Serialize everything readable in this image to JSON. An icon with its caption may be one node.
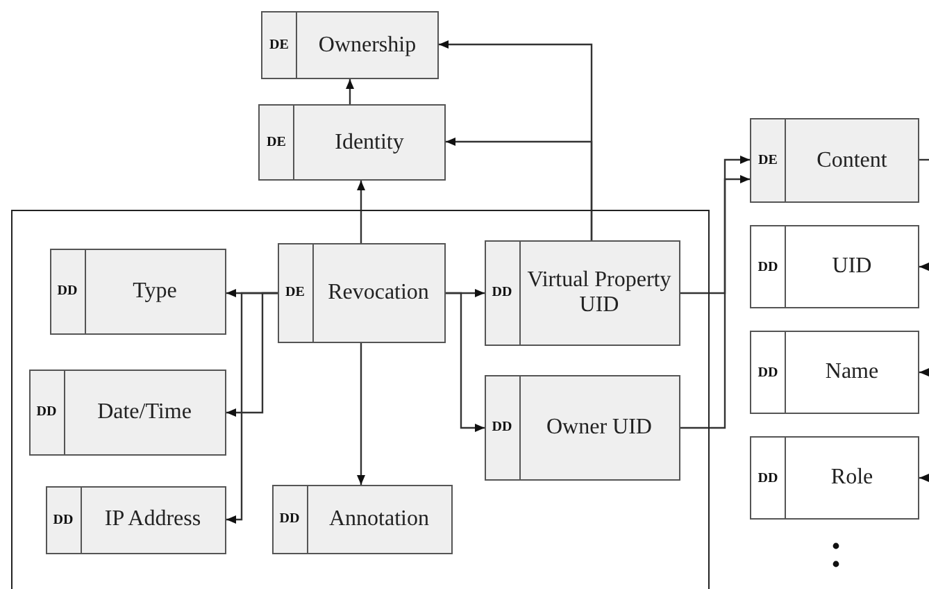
{
  "diagram": {
    "nodes": [
      {
        "text": [
          "DE",
          "Ownership"
        ]
      },
      {
        "text": [
          "DE",
          "Identity"
        ]
      },
      {
        "text": [],
        "shape": "box"
      },
      {
        "text": [
          "DD",
          "Type"
        ],
        "in": 2
      },
      {
        "text": [
          "DE",
          "Revocation"
        ],
        "in": 2
      },
      {
        "text": [
          "DD",
          "Virtual Property UID"
        ],
        "in": 2
      },
      {
        "text": [
          "DD",
          "Date/Time"
        ],
        "in": 2
      },
      {
        "text": [
          "DD",
          "Owner UID"
        ],
        "in": 2
      },
      {
        "text": [
          "DD",
          "IP Address"
        ],
        "in": 2
      },
      {
        "text": [
          "DD",
          "Annotation"
        ],
        "in": 2
      },
      {
        "text": [
          "DE",
          "Content"
        ]
      },
      {
        "text": [
          "DD",
          "UID"
        ]
      },
      {
        "text": [
          "DD",
          "Name"
        ]
      },
      {
        "text": [
          "DD",
          "Role"
        ]
      }
    ],
    "edges": [
      {
        "from": 1,
        "to": 0,
        "arrow": "to"
      },
      {
        "from": 4,
        "to": 1,
        "arrow": "to"
      },
      {
        "from": 5,
        "to": 1,
        "arrow": "to"
      },
      {
        "from": 5,
        "to": 0,
        "arrow": "to"
      },
      {
        "from": 4,
        "to": 3,
        "arrow": "to"
      },
      {
        "from": 4,
        "to": 6,
        "arrow": "to"
      },
      {
        "from": 4,
        "to": 8,
        "arrow": "to"
      },
      {
        "from": 4,
        "to": 9,
        "arrow": "to"
      },
      {
        "from": 4,
        "to": 5,
        "arrow": "to"
      },
      {
        "from": 4,
        "to": 7,
        "arrow": "to"
      },
      {
        "from": 5,
        "to": 10,
        "arrow": "to"
      },
      {
        "from": 7,
        "to": 10,
        "arrow": "to"
      },
      {
        "from": 10,
        "to": null,
        "arrow": "none"
      },
      {
        "from": null,
        "to": 11,
        "arrow": "to"
      },
      {
        "from": null,
        "to": 12,
        "arrow": "to"
      },
      {
        "from": null,
        "to": 13,
        "arrow": "to"
      }
    ]
  }
}
